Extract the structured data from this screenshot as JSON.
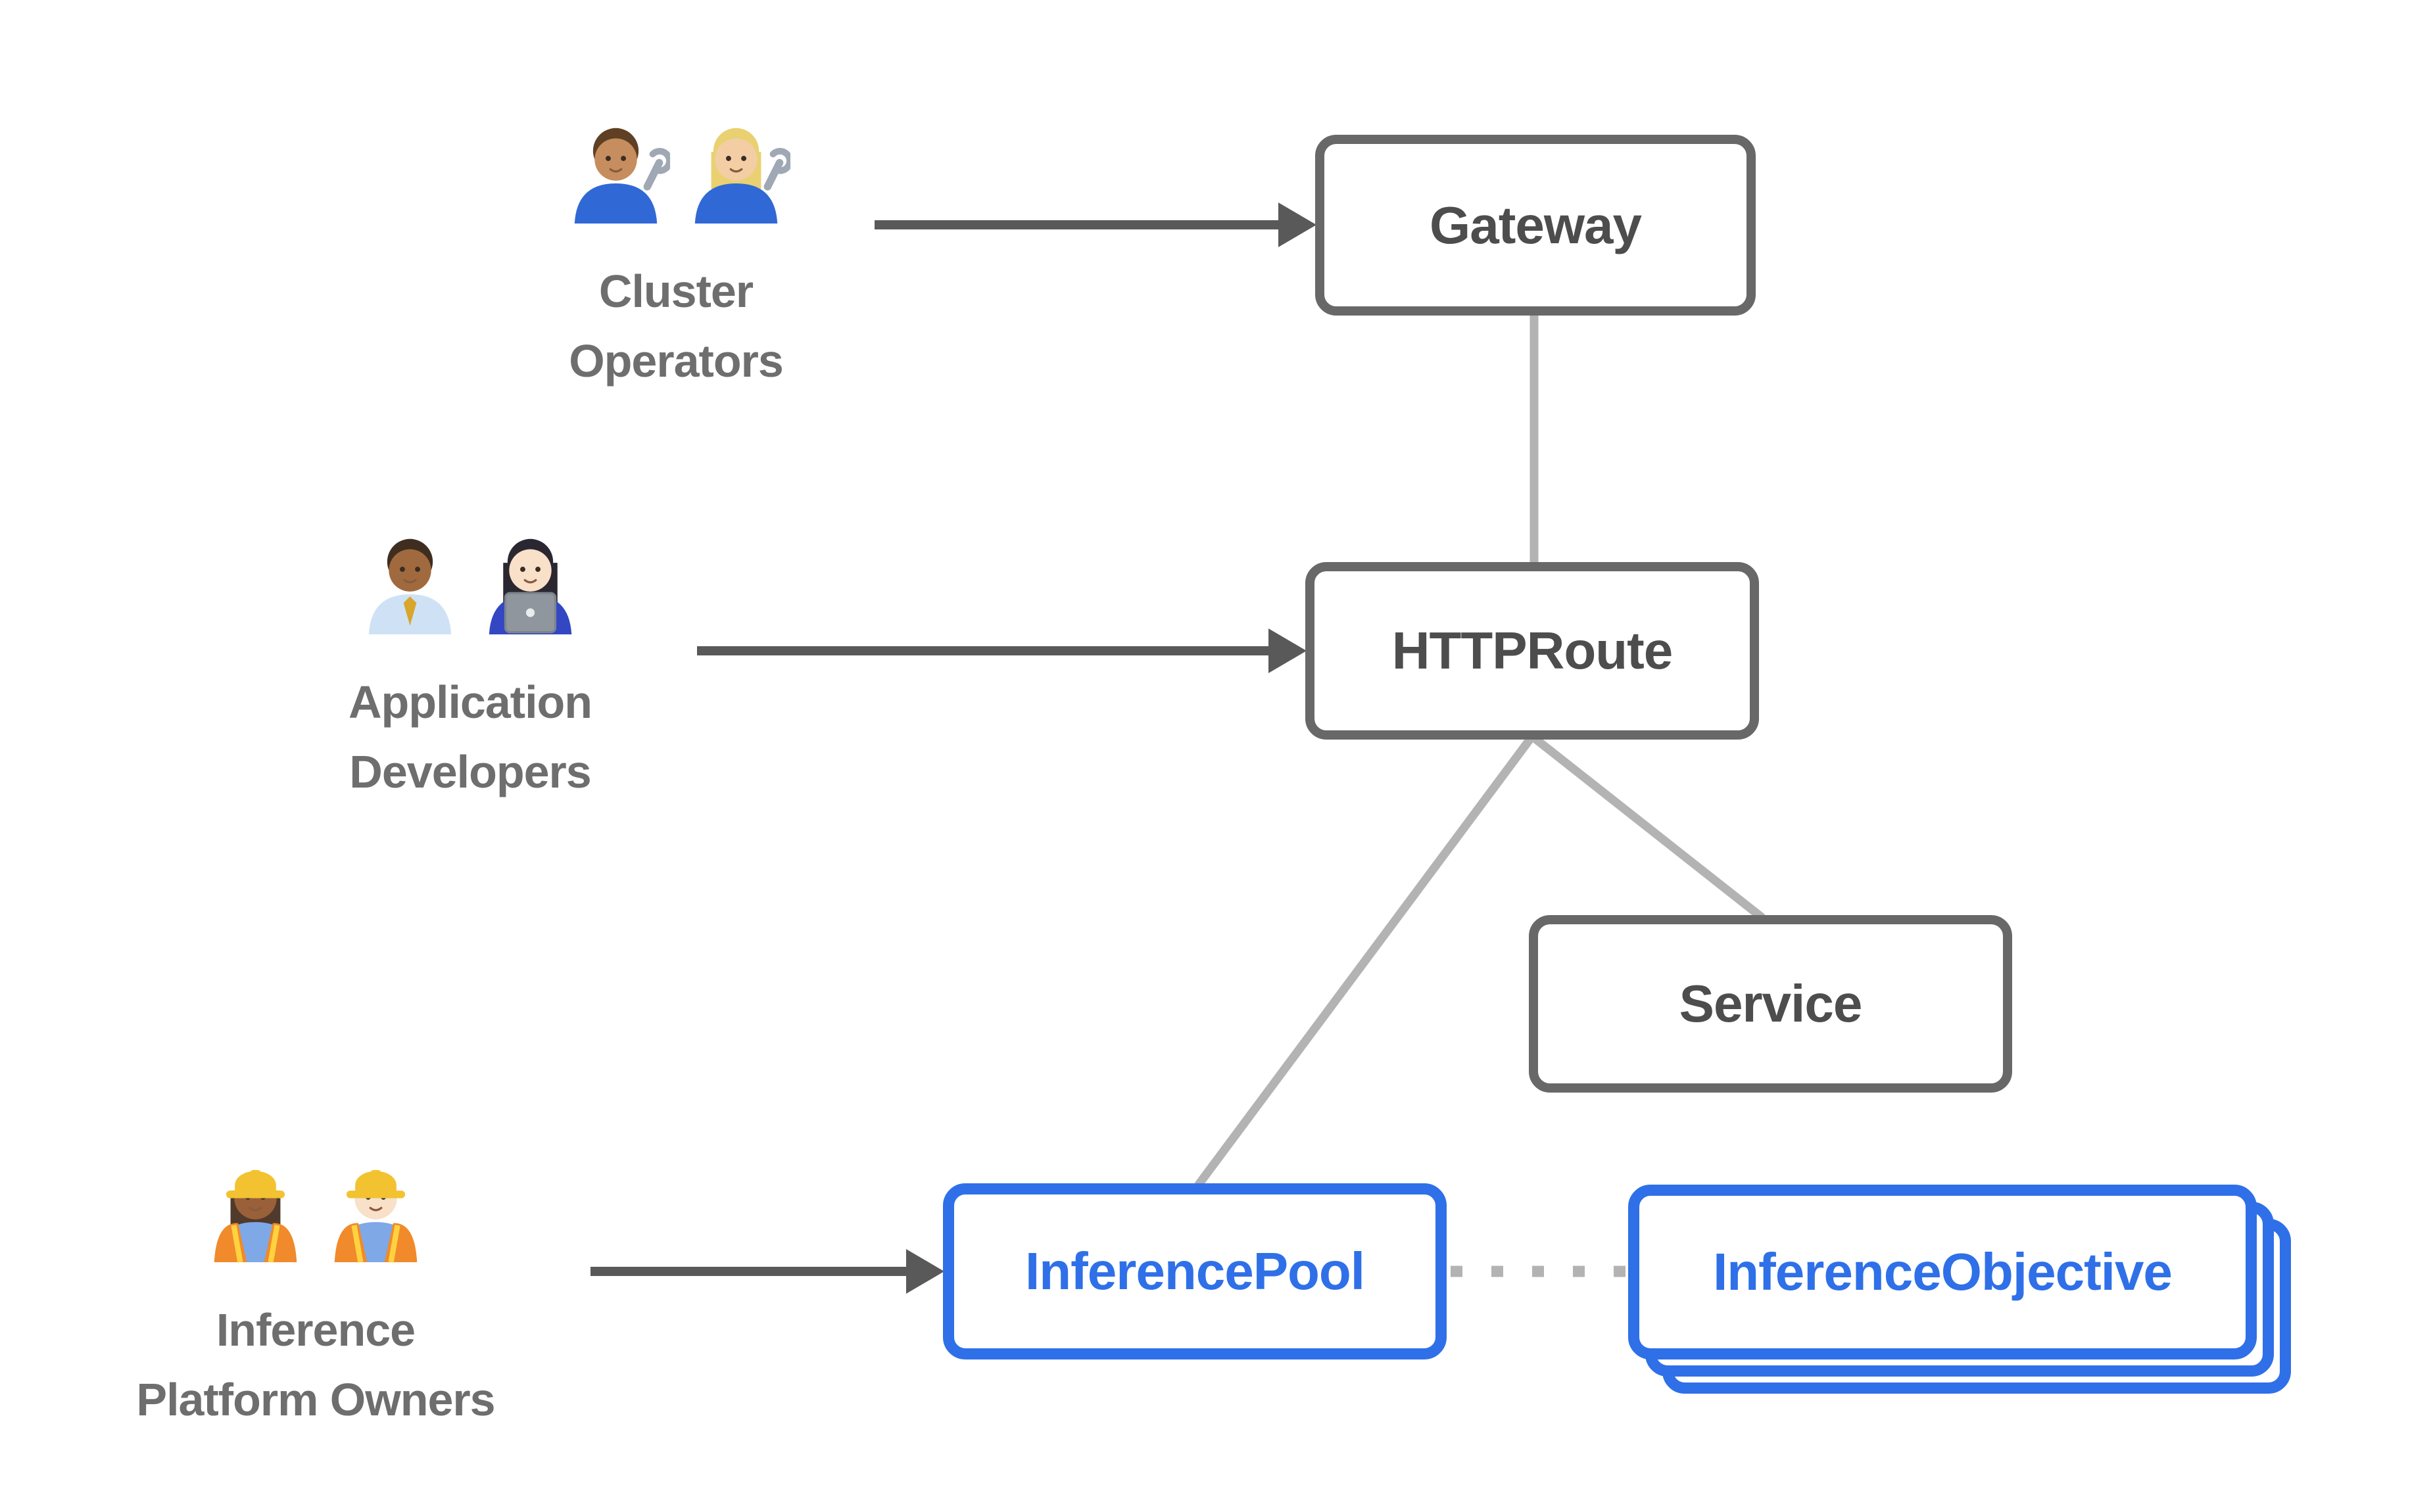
{
  "diagram_type": "kubernetes-gateway-api-inference-extension-resource-model",
  "colors": {
    "node_border_gray": "#686868",
    "node_text_gray": "#4d4d4d",
    "accent_blue": "#2f70e8",
    "connector_light_gray": "#b3b3b3",
    "arrow_dark_gray": "#595959",
    "actor_label_gray": "#6e6e6e",
    "background": "#ffffff"
  },
  "nodes": {
    "gateway": {
      "label": "Gateway"
    },
    "httproute": {
      "label": "HTTPRoute"
    },
    "service": {
      "label": "Service"
    },
    "inference_pool": {
      "label": "InferencePool"
    },
    "inference_objective": {
      "label": "InferenceObjective",
      "stacked_copies": 3
    }
  },
  "actors": [
    {
      "id": "cluster-operators",
      "line1": "Cluster",
      "line2": "Operators",
      "icons": [
        {
          "name": "man-mechanic-icon",
          "emoji": "👨🏽‍🔧",
          "skin": "#c68d5e",
          "hair": "#5f4024",
          "hairstyle": "short",
          "shirt": "#3069d6",
          "accessory": "wrench",
          "hat": null
        },
        {
          "name": "woman-mechanic-icon",
          "emoji": "👩🏼‍🔧",
          "skin": "#f3cda4",
          "hair": "#e9d171",
          "hairstyle": "bob",
          "shirt": "#3069d6",
          "accessory": "wrench",
          "hat": null
        }
      ]
    },
    {
      "id": "application-developers",
      "line1": "Application",
      "line2": "Developers",
      "icons": [
        {
          "name": "man-office-worker-icon",
          "emoji": "👨🏾‍💼",
          "skin": "#a06a3e",
          "hair": "#3f2e20",
          "hairstyle": "short",
          "shirt": "#cfe2f5",
          "accessory": "tie",
          "hat": null
        },
        {
          "name": "woman-technologist-icon",
          "emoji": "👩🏻‍💻",
          "skin": "#f8e0c9",
          "hair": "#2b2730",
          "hairstyle": "long",
          "shirt": "#3347c4",
          "accessory": "laptop",
          "hat": null
        }
      ]
    },
    {
      "id": "inference-platform-owners",
      "line1": "Inference",
      "line2": "Platform Owners",
      "icons": [
        {
          "name": "woman-construction-worker-icon",
          "emoji": "👷🏾‍♀️",
          "skin": "#9a603a",
          "hair": "#503a2c",
          "hairstyle": "bob",
          "shirt": "#7fa8e6",
          "accessory": "vest",
          "hat": "#f2c230"
        },
        {
          "name": "man-construction-worker-icon",
          "emoji": "👷🏻‍♂️",
          "skin": "#f8e0c9",
          "hair": "#3a3430",
          "hairstyle": "short",
          "shirt": "#7fa8e6",
          "accessory": "vest",
          "hat": "#f2c230"
        }
      ]
    }
  ],
  "connections": [
    {
      "from": "cluster-operators",
      "to": "gateway",
      "style": "solid-arrow-dark"
    },
    {
      "from": "application-developers",
      "to": "httproute",
      "style": "solid-arrow-dark"
    },
    {
      "from": "inference-platform-owners",
      "to": "inference_pool",
      "style": "solid-arrow-dark"
    },
    {
      "from": "gateway",
      "to": "httproute",
      "style": "solid-light-gray"
    },
    {
      "from": "httproute",
      "to": "inference_pool",
      "style": "solid-light-gray"
    },
    {
      "from": "httproute",
      "to": "service",
      "style": "solid-light-gray"
    },
    {
      "from": "inference_pool",
      "to": "inference_objective",
      "style": "dotted-light-gray"
    }
  ]
}
